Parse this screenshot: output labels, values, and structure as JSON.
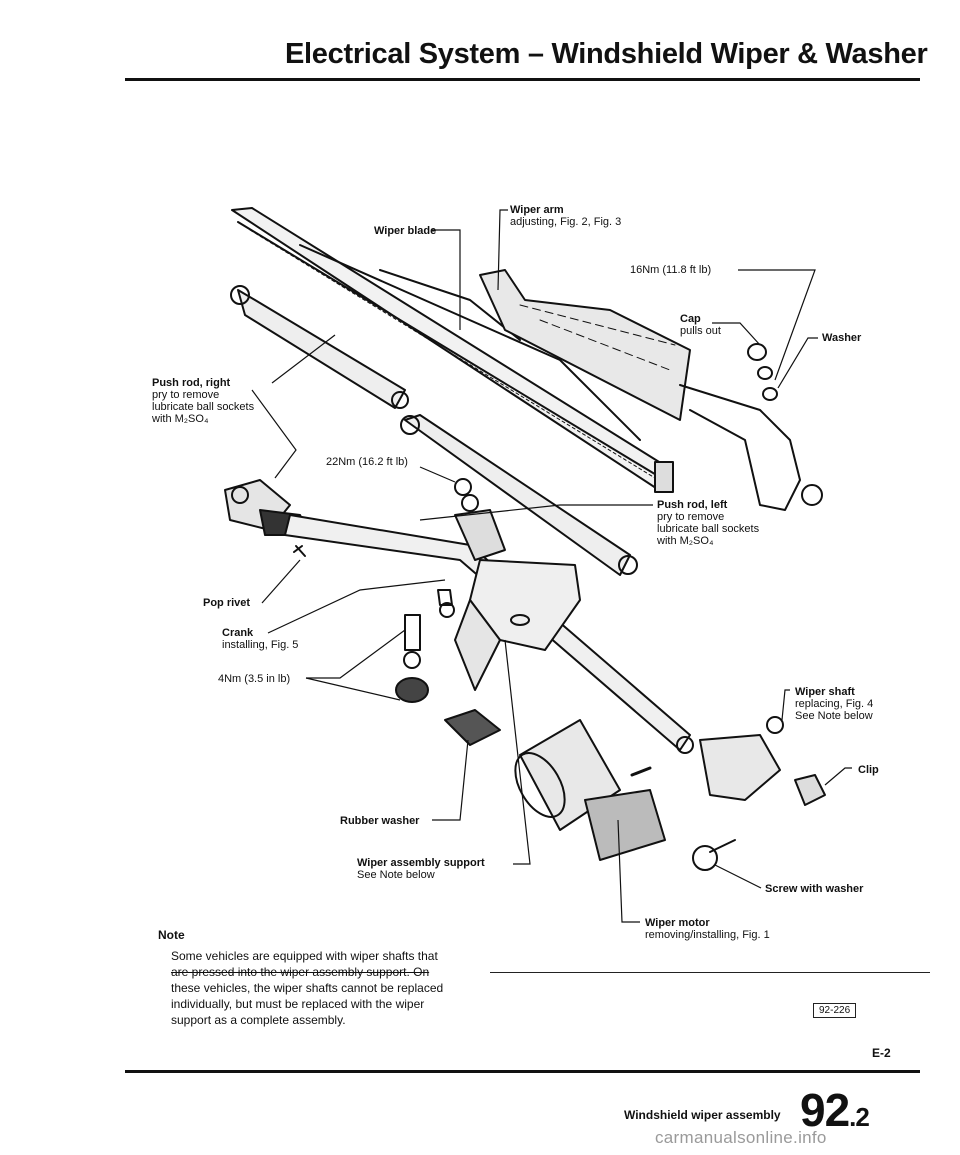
{
  "header": {
    "title": "Electrical System – Windshield Wiper & Washer"
  },
  "labels": {
    "wiper_blade": "Wiper blade",
    "wiper_arm": {
      "name": "Wiper arm",
      "detail": "adjusting, Fig. 2, Fig. 3"
    },
    "torque_16": "16Nm (11.8 ft lb)",
    "cap": {
      "name": "Cap",
      "detail": "pulls out"
    },
    "washer": "Washer",
    "push_rod_right": {
      "name": "Push rod, right",
      "detail1": "pry to remove",
      "detail2": "lubricate ball sockets",
      "detail3": "with M₂SO₄"
    },
    "torque_22": "22Nm (16.2 ft lb)",
    "push_rod_left": {
      "name": "Push rod, left",
      "detail1": "pry to remove",
      "detail2": "lubricate ball sockets",
      "detail3": "with M₂SO₄"
    },
    "pop_rivet": "Pop rivet",
    "crank": {
      "name": "Crank",
      "detail": "installing, Fig. 5"
    },
    "torque_4": "4Nm (3.5 in lb)",
    "wiper_shaft": {
      "name": "Wiper shaft",
      "detail1": "replacing, Fig. 4",
      "detail2": "See Note below"
    },
    "clip": "Clip",
    "rubber_washer": "Rubber washer",
    "support": {
      "name": "Wiper assembly support",
      "detail": "See Note below"
    },
    "screw_washer": "Screw with washer",
    "wiper_motor": {
      "name": "Wiper motor",
      "detail": "removing/installing, Fig. 1"
    }
  },
  "note": {
    "heading": "Note",
    "line1": "Some vehicles are equipped with wiper shafts that",
    "line2": "are pressed into the wiper assembly support. On",
    "line3": "these vehicles, the wiper shafts cannot be replaced",
    "line4": "individually, but must be replaced with the wiper",
    "line5": "support as a complete assembly."
  },
  "figure_id": "92-226",
  "page_ref": "E-2",
  "footer": {
    "label": "Windshield wiper assembly",
    "number": "92",
    "number_suffix": ".2"
  },
  "watermark": "carmanualsonline.info"
}
